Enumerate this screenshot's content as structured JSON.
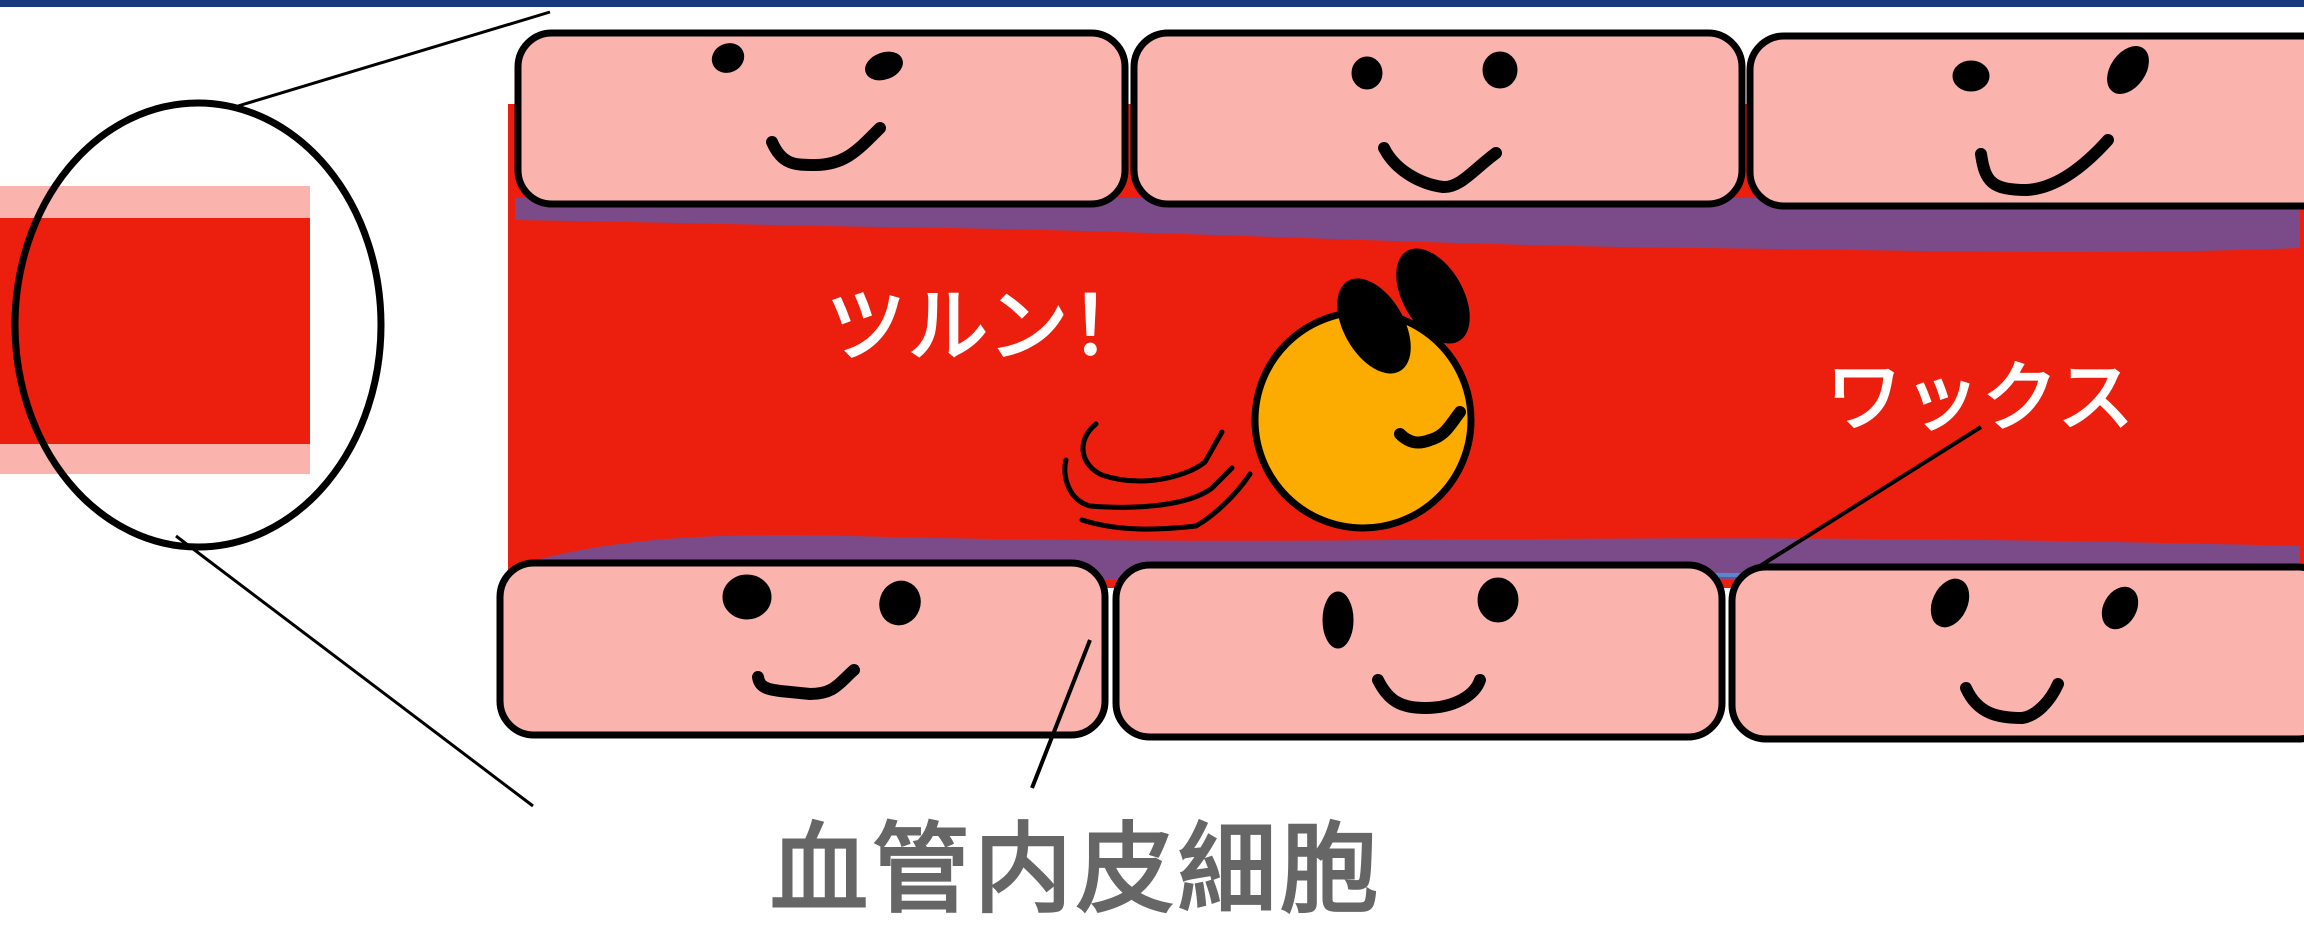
{
  "labels": {
    "slip": "ツルン！",
    "wax": "ワックス",
    "endothelial_cells": "血管内皮細胞"
  },
  "colors": {
    "top_bar": "#163a7c",
    "vessel_red": "#ec1f0f",
    "cell_pink": "#fbb3ae",
    "wax_purple": "#6e5096",
    "ball_orange": "#fcab00",
    "label_gray": "#666666"
  }
}
